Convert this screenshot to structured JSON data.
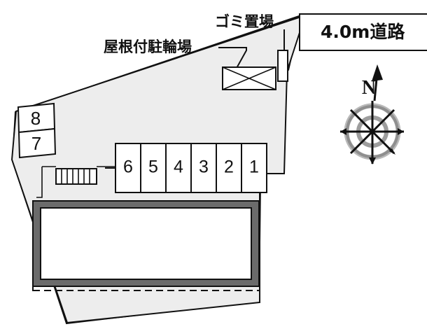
{
  "plan": {
    "title": "",
    "background_color": "#ffffff",
    "site_fill_color": "#ededed",
    "site_stroke_color": "#111111",
    "building_band_color": "#6b6b6b",
    "building_fill_color": "#ffffff",
    "compass_ring_color": "#8f8f8f",
    "compass_ray_color": "#111111"
  },
  "annotations": {
    "bike_parking_label": "屋根付駐輪場",
    "garbage_label": "ゴミ置場",
    "road_label": "4.0m道路"
  },
  "parking_row": {
    "name": "parking-stalls",
    "stalls": [
      {
        "number": "6"
      },
      {
        "number": "5"
      },
      {
        "number": "4"
      },
      {
        "number": "3"
      },
      {
        "number": "2"
      },
      {
        "number": "1"
      }
    ]
  },
  "left_stalls": {
    "name": "bicycle-or-side-stalls",
    "stalls": [
      {
        "number": "8"
      },
      {
        "number": "7"
      }
    ]
  },
  "compass": {
    "north_label": "N"
  },
  "structures": {
    "bike_shelter_name": "covered-bicycle-parking",
    "garbage_name": "garbage-collection-area",
    "stairs_name": "exterior-stairs",
    "building_name": "apartment-building"
  }
}
